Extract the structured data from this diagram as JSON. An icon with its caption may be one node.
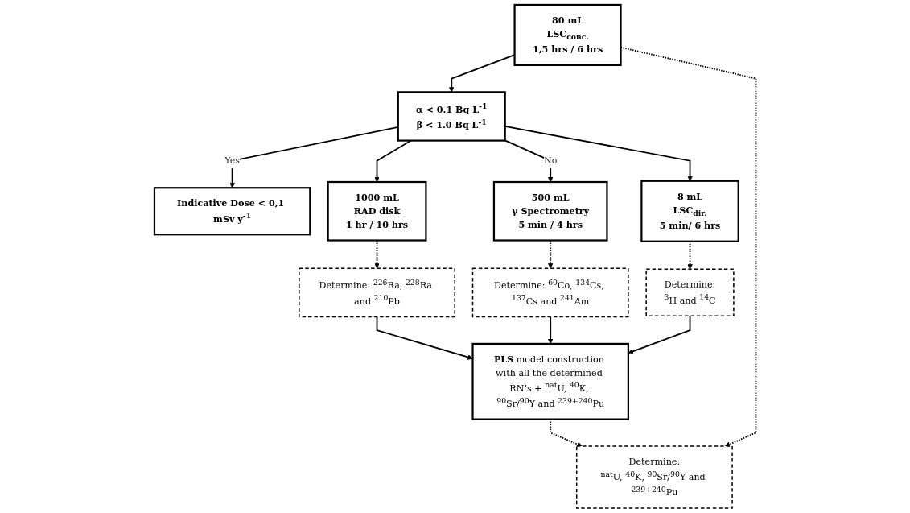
{
  "diagram": {
    "nodes": [
      {
        "text": [
          "80 mL",
          "LSC$_{conc.}$",
          "1,5 hrs / 6 hrs"
        ]
      },
      {
        "text": [
          "α < 0.1 Bq L$^{-1}$",
          "β < 1.0 Bq L$^{-1}$"
        ]
      },
      {
        "text": [
          "Indicative Dose < 0,1 mSv y$^{-1}$"
        ]
      },
      {
        "text": [
          "Determine:",
          "$^{nat}$U, $^{40}$K, $^{90}$Sr/$^{90}$Y and $^{239+240}$Pu"
        ]
      },
      {
        "text": [
          "1000 mL",
          "RAD disk",
          "1 hr / 10 hrs"
        ]
      },
      {
        "text": [
          "500 mL",
          "γ Spectrometry",
          "5 min / 4 hrs"
        ]
      },
      {
        "text": [
          "8 mL",
          "LSC$_{dir.}$",
          "5 min/ 6 hrs"
        ]
      },
      {
        "text": [
          "**PLS** model construction with all the determined RN’s + $^{nat}$U, $^{40}$K, $^{90}$Sr/$^{90}$Y and $^{239+240}$Pu"
        ]
      },
      {
        "text": [
          "Determine: $^{226}$Ra, $^{228}$Ra and $^{210}$Pb"
        ]
      },
      {
        "text": [
          "Determine: $^{60}$Co, $^{134}$Cs, $^{137}$Cs and $^{241}$Am"
        ]
      },
      {
        "text": [
          "Determine:",
          "$^{3}$H and $^{14}$C"
        ]
      }
    ],
    "edges": [
      {
        "from": 0,
        "to": 1,
        "arrow": "to"
      },
      {
        "from": 1,
        "to": 2,
        "arrow": "to",
        "label": "Yes"
      },
      {
        "from": 1,
        "to": 4,
        "arrow": "to"
      },
      {
        "from": 1,
        "to": 5,
        "arrow": "to",
        "label": "No"
      },
      {
        "from": 1,
        "to": 6,
        "arrow": "to"
      },
      {
        "from": 0,
        "to": 3,
        "arrow": "to",
        "style": "dashed"
      },
      {
        "from": 4,
        "to": 8,
        "arrow": "to",
        "style": "dashed"
      },
      {
        "from": 5,
        "to": 9,
        "arrow": "to",
        "style": "dashed"
      },
      {
        "from": 6,
        "to": 10,
        "arrow": "to",
        "style": "dashed"
      },
      {
        "from": 8,
        "to": 7,
        "arrow": "to"
      },
      {
        "from": 9,
        "to": 7,
        "arrow": "to"
      },
      {
        "from": 10,
        "to": 7,
        "arrow": "to"
      },
      {
        "from": 7,
        "to": 3,
        "arrow": "to",
        "style": "dashed"
      }
    ]
  }
}
